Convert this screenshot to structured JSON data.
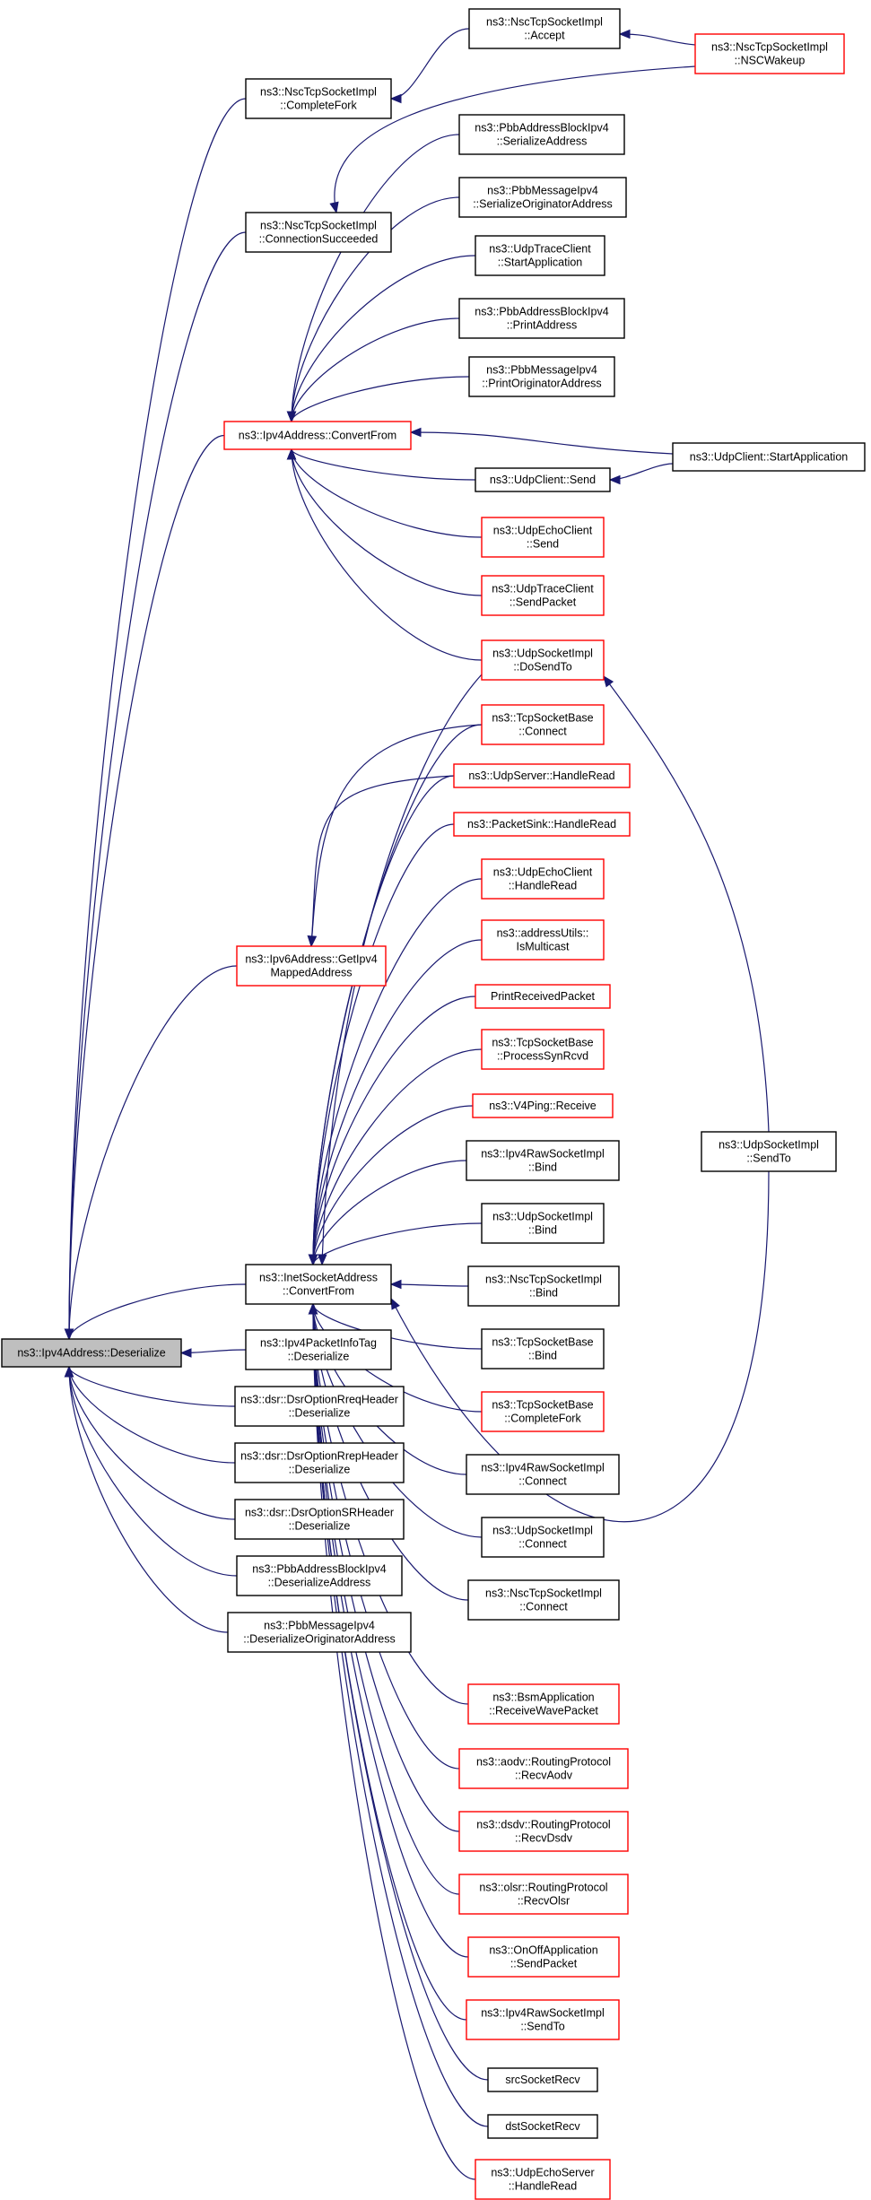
{
  "colors": {
    "edge": "#191970",
    "highlight_border": "#ff0000",
    "normal_border": "#000000",
    "root_fill": "#bfbfbf",
    "background": "#ffffff"
  },
  "nodes": [
    {
      "id": "root",
      "lines": [
        "ns3::Ipv4Address::Deserialize"
      ],
      "style": "root"
    },
    {
      "id": "inet_cf",
      "lines": [
        "ns3::InetSocketAddress",
        "::ConvertFrom"
      ],
      "style": "normal"
    },
    {
      "id": "ipv4pit_des",
      "lines": [
        "ns3::Ipv4PacketInfoTag",
        "::Deserialize"
      ],
      "style": "normal"
    },
    {
      "id": "dsr_rreq",
      "lines": [
        "ns3::dsr::DsrOptionRreqHeader",
        "::Deserialize"
      ],
      "style": "normal"
    },
    {
      "id": "dsr_rrep",
      "lines": [
        "ns3::dsr::DsrOptionRrepHeader",
        "::Deserialize"
      ],
      "style": "normal"
    },
    {
      "id": "dsr_sr",
      "lines": [
        "ns3::dsr::DsrOptionSRHeader",
        "::Deserialize"
      ],
      "style": "normal"
    },
    {
      "id": "pbb_abi_des",
      "lines": [
        "ns3::PbbAddressBlockIpv4",
        "::DeserializeAddress"
      ],
      "style": "normal"
    },
    {
      "id": "pbb_mi_des",
      "lines": [
        "ns3::PbbMessageIpv4",
        "::DeserializeOriginatorAddress"
      ],
      "style": "normal"
    },
    {
      "id": "ipv6_gim",
      "lines": [
        "ns3::Ipv6Address::GetIpv4",
        "MappedAddress"
      ],
      "style": "red"
    },
    {
      "id": "ipv4_cf",
      "lines": [
        "ns3::Ipv4Address::ConvertFrom"
      ],
      "style": "red"
    },
    {
      "id": "nsc_cs",
      "lines": [
        "ns3::NscTcpSocketImpl",
        "::ConnectionSucceeded"
      ],
      "style": "normal"
    },
    {
      "id": "nsc_cfork",
      "lines": [
        "ns3::NscTcpSocketImpl",
        "::CompleteFork"
      ],
      "style": "normal"
    },
    {
      "id": "nsc_accept",
      "lines": [
        "ns3::NscTcpSocketImpl",
        "::Accept"
      ],
      "style": "normal"
    },
    {
      "id": "nsc_wake",
      "lines": [
        "ns3::NscTcpSocketImpl",
        "::NSCWakeup"
      ],
      "style": "red"
    },
    {
      "id": "pbb_abi_ser",
      "lines": [
        "ns3::PbbAddressBlockIpv4",
        "::SerializeAddress"
      ],
      "style": "normal"
    },
    {
      "id": "pbb_mi_ser",
      "lines": [
        "ns3::PbbMessageIpv4",
        "::SerializeOriginatorAddress"
      ],
      "style": "normal"
    },
    {
      "id": "utc_start",
      "lines": [
        "ns3::UdpTraceClient",
        "::StartApplication"
      ],
      "style": "normal"
    },
    {
      "id": "pbb_abi_print",
      "lines": [
        "ns3::PbbAddressBlockIpv4",
        "::PrintAddress"
      ],
      "style": "normal"
    },
    {
      "id": "pbb_mi_print",
      "lines": [
        "ns3::PbbMessageIpv4",
        "::PrintOriginatorAddress"
      ],
      "style": "normal"
    },
    {
      "id": "uc_send",
      "lines": [
        "ns3::UdpClient::Send"
      ],
      "style": "normal"
    },
    {
      "id": "uc_start",
      "lines": [
        "ns3::UdpClient::StartApplication"
      ],
      "style": "normal"
    },
    {
      "id": "uec_send",
      "lines": [
        "ns3::UdpEchoClient",
        "::Send"
      ],
      "style": "red"
    },
    {
      "id": "utc_sp",
      "lines": [
        "ns3::UdpTraceClient",
        "::SendPacket"
      ],
      "style": "red"
    },
    {
      "id": "usi_dst",
      "lines": [
        "ns3::UdpSocketImpl",
        "::DoSendTo"
      ],
      "style": "red"
    },
    {
      "id": "tsb_connect",
      "lines": [
        "ns3::TcpSocketBase",
        "::Connect"
      ],
      "style": "red"
    },
    {
      "id": "us_hr",
      "lines": [
        "ns3::UdpServer::HandleRead"
      ],
      "style": "red"
    },
    {
      "id": "ps_hr",
      "lines": [
        "ns3::PacketSink::HandleRead"
      ],
      "style": "red"
    },
    {
      "id": "uec_hr",
      "lines": [
        "ns3::UdpEchoClient",
        "::HandleRead"
      ],
      "style": "red"
    },
    {
      "id": "au_im",
      "lines": [
        "ns3::addressUtils::",
        "IsMulticast"
      ],
      "style": "red"
    },
    {
      "id": "prp",
      "lines": [
        "PrintReceivedPacket"
      ],
      "style": "red"
    },
    {
      "id": "tsb_psr",
      "lines": [
        "ns3::TcpSocketBase",
        "::ProcessSynRcvd"
      ],
      "style": "red"
    },
    {
      "id": "v4p_recv",
      "lines": [
        "ns3::V4Ping::Receive"
      ],
      "style": "red"
    },
    {
      "id": "irsi_bind",
      "lines": [
        "ns3::Ipv4RawSocketImpl",
        "::Bind"
      ],
      "style": "normal"
    },
    {
      "id": "usi_bind",
      "lines": [
        "ns3::UdpSocketImpl",
        "::Bind"
      ],
      "style": "normal"
    },
    {
      "id": "nsc_bind",
      "lines": [
        "ns3::NscTcpSocketImpl",
        "::Bind"
      ],
      "style": "normal"
    },
    {
      "id": "tsb_bind",
      "lines": [
        "ns3::TcpSocketBase",
        "::Bind"
      ],
      "style": "normal"
    },
    {
      "id": "tsb_cfork",
      "lines": [
        "ns3::TcpSocketBase",
        "::CompleteFork"
      ],
      "style": "red"
    },
    {
      "id": "irsi_connect",
      "lines": [
        "ns3::Ipv4RawSocketImpl",
        "::Connect"
      ],
      "style": "normal"
    },
    {
      "id": "usi_connect",
      "lines": [
        "ns3::UdpSocketImpl",
        "::Connect"
      ],
      "style": "normal"
    },
    {
      "id": "nsc_connect",
      "lines": [
        "ns3::NscTcpSocketImpl",
        "::Connect"
      ],
      "style": "normal"
    },
    {
      "id": "usi_sendto",
      "lines": [
        "ns3::UdpSocketImpl",
        "::SendTo"
      ],
      "style": "normal"
    },
    {
      "id": "bsm_rwp",
      "lines": [
        "ns3::BsmApplication",
        "::ReceiveWavePacket"
      ],
      "style": "red"
    },
    {
      "id": "aodv_recv",
      "lines": [
        "ns3::aodv::RoutingProtocol",
        "::RecvAodv"
      ],
      "style": "red"
    },
    {
      "id": "dsdv_recv",
      "lines": [
        "ns3::dsdv::RoutingProtocol",
        "::RecvDsdv"
      ],
      "style": "red"
    },
    {
      "id": "olsr_recv",
      "lines": [
        "ns3::olsr::RoutingProtocol",
        "::RecvOlsr"
      ],
      "style": "red"
    },
    {
      "id": "onoff_sp",
      "lines": [
        "ns3::OnOffApplication",
        "::SendPacket"
      ],
      "style": "red"
    },
    {
      "id": "irsi_sendto",
      "lines": [
        "ns3::Ipv4RawSocketImpl",
        "::SendTo"
      ],
      "style": "red"
    },
    {
      "id": "src_recv",
      "lines": [
        "srcSocketRecv"
      ],
      "style": "normal"
    },
    {
      "id": "dst_recv",
      "lines": [
        "dstSocketRecv"
      ],
      "style": "normal"
    },
    {
      "id": "ues_hr",
      "lines": [
        "ns3::UdpEchoServer",
        "::HandleRead"
      ],
      "style": "red"
    }
  ],
  "edges": [
    {
      "from": "inet_cf",
      "to": "root"
    },
    {
      "from": "ipv4pit_des",
      "to": "root"
    },
    {
      "from": "dsr_rreq",
      "to": "root"
    },
    {
      "from": "dsr_rrep",
      "to": "root"
    },
    {
      "from": "dsr_sr",
      "to": "root"
    },
    {
      "from": "pbb_abi_des",
      "to": "root"
    },
    {
      "from": "pbb_mi_des",
      "to": "root"
    },
    {
      "from": "ipv6_gim",
      "to": "root"
    },
    {
      "from": "ipv4_cf",
      "to": "root"
    },
    {
      "from": "nsc_cs",
      "to": "root"
    },
    {
      "from": "nsc_cfork",
      "to": "root"
    },
    {
      "from": "nsc_accept",
      "to": "nsc_cfork"
    },
    {
      "from": "nsc_wake",
      "to": "nsc_accept"
    },
    {
      "from": "nsc_wake",
      "to": "nsc_cs"
    },
    {
      "from": "pbb_abi_ser",
      "to": "ipv4_cf"
    },
    {
      "from": "pbb_mi_ser",
      "to": "ipv4_cf"
    },
    {
      "from": "utc_start",
      "to": "ipv4_cf"
    },
    {
      "from": "pbb_abi_print",
      "to": "ipv4_cf"
    },
    {
      "from": "pbb_mi_print",
      "to": "ipv4_cf"
    },
    {
      "from": "uc_start",
      "to": "ipv4_cf"
    },
    {
      "from": "uc_send",
      "to": "ipv4_cf"
    },
    {
      "from": "uc_start",
      "to": "uc_send"
    },
    {
      "from": "uec_send",
      "to": "ipv4_cf"
    },
    {
      "from": "utc_sp",
      "to": "ipv4_cf"
    },
    {
      "from": "usi_dst",
      "to": "ipv4_cf"
    },
    {
      "from": "tsb_connect",
      "to": "ipv6_gim"
    },
    {
      "from": "us_hr",
      "to": "ipv6_gim"
    },
    {
      "from": "usi_sendto",
      "to": "usi_dst"
    },
    {
      "from": "usi_dst",
      "to": "inet_cf"
    },
    {
      "from": "tsb_connect",
      "to": "inet_cf"
    },
    {
      "from": "us_hr",
      "to": "inet_cf"
    },
    {
      "from": "ps_hr",
      "to": "inet_cf"
    },
    {
      "from": "uec_hr",
      "to": "inet_cf"
    },
    {
      "from": "au_im",
      "to": "inet_cf"
    },
    {
      "from": "prp",
      "to": "inet_cf"
    },
    {
      "from": "tsb_psr",
      "to": "inet_cf"
    },
    {
      "from": "v4p_recv",
      "to": "inet_cf"
    },
    {
      "from": "irsi_bind",
      "to": "inet_cf"
    },
    {
      "from": "usi_bind",
      "to": "inet_cf"
    },
    {
      "from": "nsc_bind",
      "to": "inet_cf"
    },
    {
      "from": "tsb_bind",
      "to": "inet_cf"
    },
    {
      "from": "tsb_cfork",
      "to": "inet_cf"
    },
    {
      "from": "irsi_connect",
      "to": "inet_cf"
    },
    {
      "from": "usi_connect",
      "to": "inet_cf"
    },
    {
      "from": "nsc_connect",
      "to": "inet_cf"
    },
    {
      "from": "usi_sendto",
      "to": "inet_cf"
    },
    {
      "from": "bsm_rwp",
      "to": "inet_cf"
    },
    {
      "from": "aodv_recv",
      "to": "inet_cf"
    },
    {
      "from": "dsdv_recv",
      "to": "inet_cf"
    },
    {
      "from": "olsr_recv",
      "to": "inet_cf"
    },
    {
      "from": "onoff_sp",
      "to": "inet_cf"
    },
    {
      "from": "irsi_sendto",
      "to": "inet_cf"
    },
    {
      "from": "src_recv",
      "to": "inet_cf"
    },
    {
      "from": "dst_recv",
      "to": "inet_cf"
    },
    {
      "from": "ues_hr",
      "to": "inet_cf"
    }
  ]
}
